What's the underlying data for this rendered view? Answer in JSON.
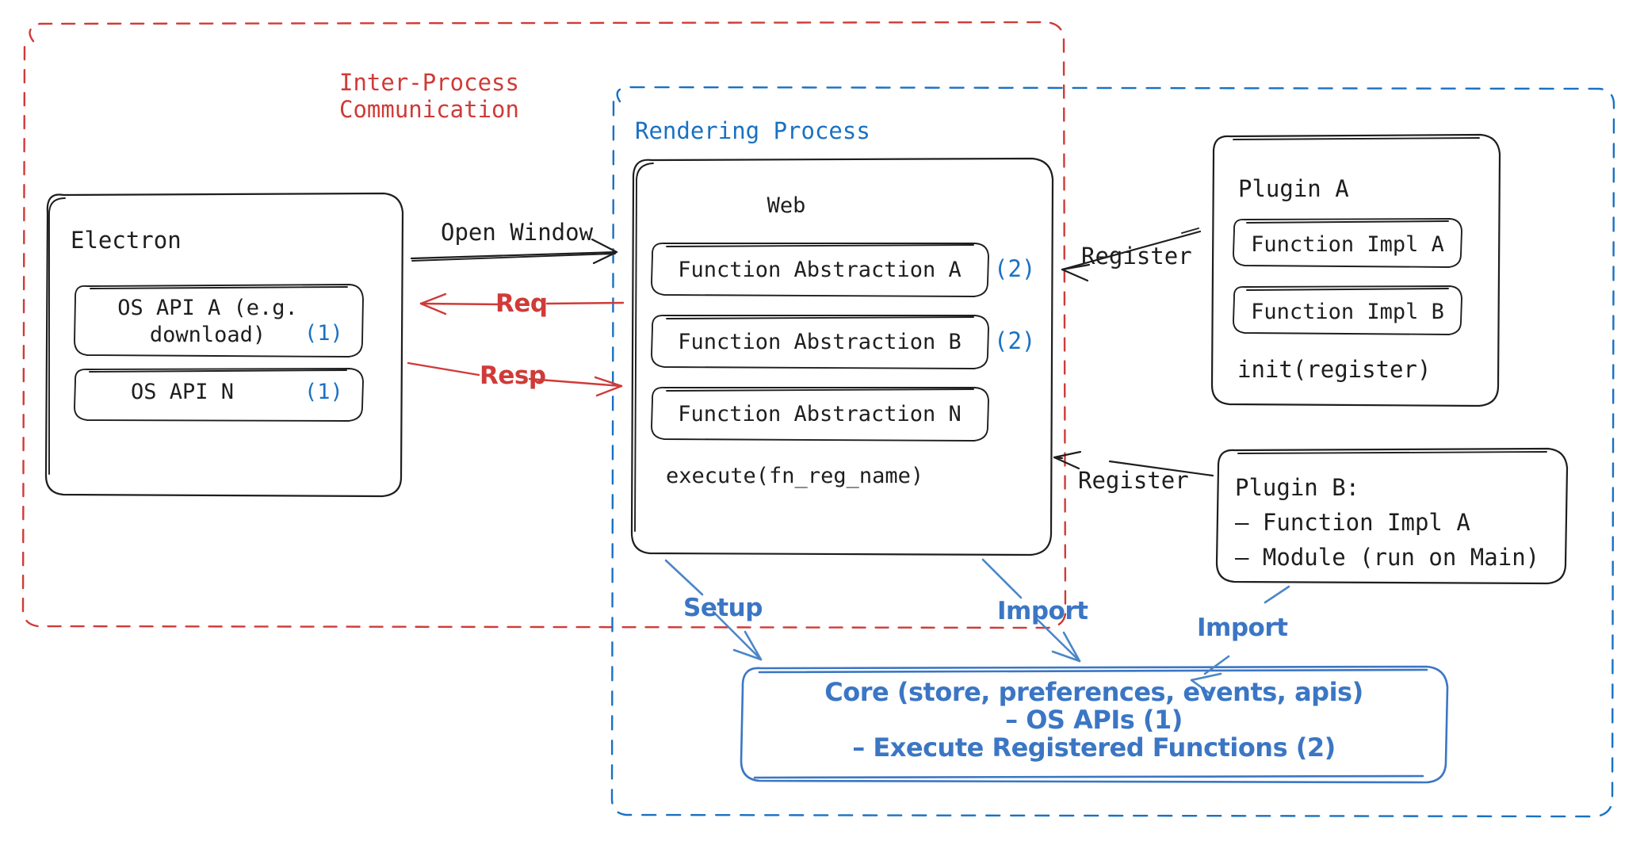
{
  "diagram": {
    "title_hidden": "",
    "colors": {
      "red": "#cf3b38",
      "blue": "#1971c2",
      "core_blue": "#3b76c4",
      "ink": "#1e1e1e",
      "background": "#ffffff"
    }
  },
  "containers": {
    "ipc": {
      "label": "Inter-Process\nCommunication",
      "label_line1": "Inter-Process",
      "label_line2": "Communication",
      "style": "dashed",
      "color": "#cf3b38"
    },
    "rendering_process": {
      "label": "Rendering Process",
      "style": "dashed",
      "color": "#1971c2"
    }
  },
  "electron": {
    "title": "Electron",
    "apis": [
      {
        "label_line1": "OS API A (e.g.",
        "label_line2": "download)",
        "marker": "(1)"
      },
      {
        "label_line1": "OS API N",
        "label_line2": "",
        "marker": "(1)"
      }
    ]
  },
  "web": {
    "title": "Web",
    "abstractions": [
      {
        "label": "Function Abstraction A",
        "marker": "(2)"
      },
      {
        "label": "Function Abstraction B",
        "marker": "(2)"
      },
      {
        "label": "Function Abstraction N",
        "marker": ""
      }
    ],
    "execute": "execute(fn_reg_name)"
  },
  "plugin_a": {
    "title": "Plugin A",
    "functions": [
      {
        "label": "Function Impl A"
      },
      {
        "label": "Function Impl B"
      }
    ],
    "init": "init(register)"
  },
  "plugin_b": {
    "title": "Plugin B:",
    "lines": [
      "– Function Impl A",
      "– Module (run on Main)"
    ]
  },
  "core": {
    "line1": "Core (store, preferences, events, apis)",
    "line2": "– OS APIs (1)",
    "line3": "– Execute Registered Functions (2)"
  },
  "arrows": [
    {
      "id": "open-window",
      "label": "Open Window",
      "color": "#1e1e1e",
      "direction": "right"
    },
    {
      "id": "req",
      "label": "Req",
      "color": "#cf3b38",
      "direction": "left"
    },
    {
      "id": "resp",
      "label": "Resp",
      "color": "#cf3b38",
      "direction": "right"
    },
    {
      "id": "register-a",
      "label": "Register",
      "color": "#1e1e1e",
      "direction": "left"
    },
    {
      "id": "register-b",
      "label": "Register",
      "color": "#1e1e1e",
      "direction": "left"
    },
    {
      "id": "setup",
      "label": "Setup",
      "color": "#1971c2",
      "direction": "down"
    },
    {
      "id": "import-web",
      "label": "Import",
      "color": "#1971c2",
      "direction": "down"
    },
    {
      "id": "import-plugin-b",
      "label": "Import",
      "color": "#1971c2",
      "direction": "down-left"
    }
  ]
}
